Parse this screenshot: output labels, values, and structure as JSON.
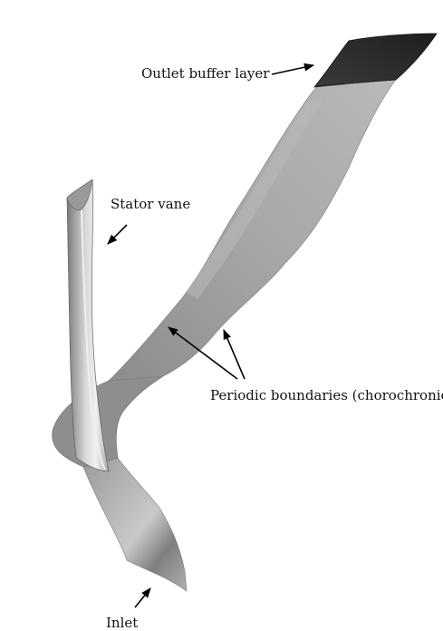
{
  "labels": {
    "outlet": "Outlet buffer layer",
    "stator": "Stator vane",
    "periodic": "Periodic boundaries (chorochronic)",
    "inlet": "Inlet"
  },
  "colors": {
    "surface_light": "#d4d4d4",
    "surface_mid": "#a3a3a3",
    "surface_dark": "#6e6e6e",
    "buffer_layer": "#2e2e2e",
    "arrow": "#000000"
  }
}
